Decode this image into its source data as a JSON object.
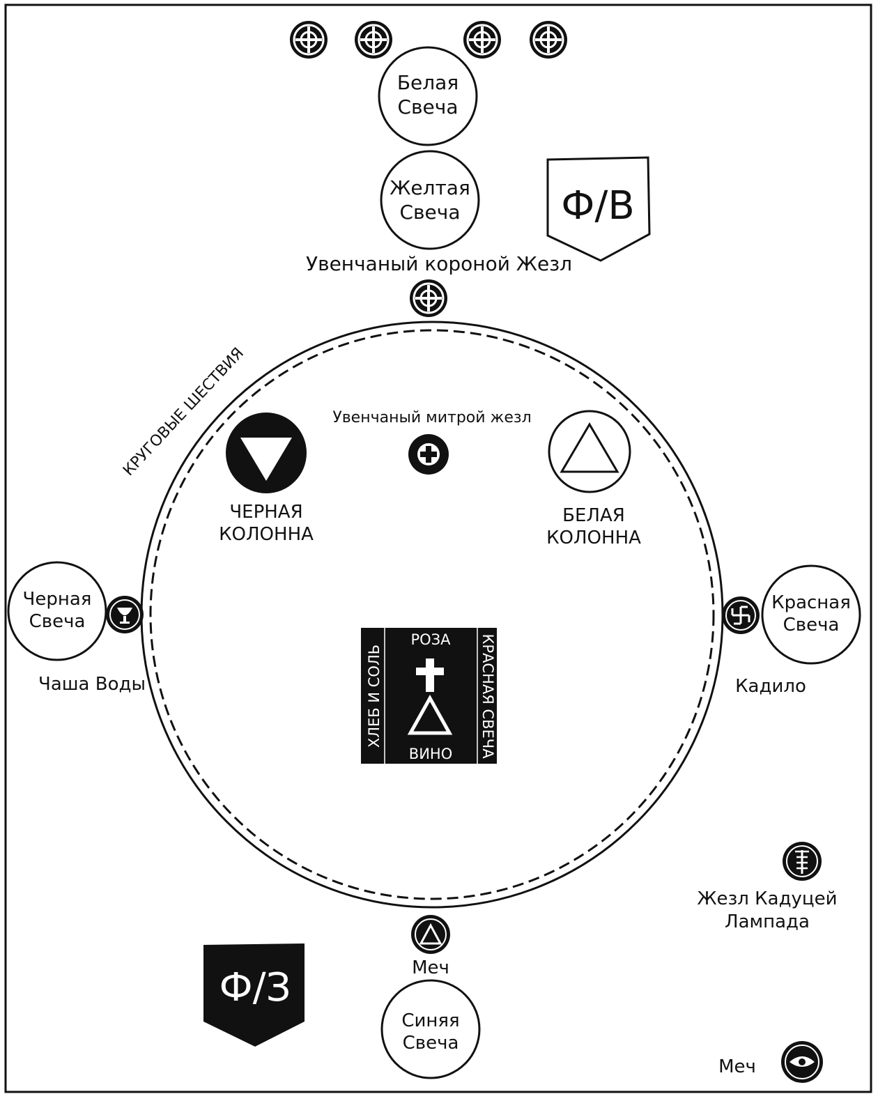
{
  "candles": {
    "white": [
      "Белая",
      "Свеча"
    ],
    "yellow": [
      "Желтая",
      "Свеча"
    ],
    "black": [
      "Черная",
      "Свеча"
    ],
    "red": [
      "Красная",
      "Свеча"
    ],
    "blue": [
      "Синяя",
      "Свеча"
    ]
  },
  "labels": {
    "crowned_wand": "Увенчаный короной Жезл",
    "mitre_wand": "Увенчаный митрой жезл",
    "procession": "КРУГОВЫЕ ШЕСТВИЯ",
    "cup": "Чаша Воды",
    "censer": "Кадило",
    "caduceus": "Жезл Кадуцей",
    "lamp": "Лампада",
    "sword_bottom": "Меч",
    "sword_corner": "Меч"
  },
  "columns": {
    "black": [
      "ЧЕРНАЯ",
      "КОЛОННА"
    ],
    "white": [
      "БЕЛАЯ",
      "КОЛОННА"
    ]
  },
  "altar": {
    "top": "РОЗА",
    "bottom": "ВИНО",
    "left": "ХЛЕБ И СОЛЬ",
    "right": "КРАСНАЯ СВЕЧА"
  },
  "banners": {
    "fv": "Ф/В",
    "fz": "Ф/З"
  },
  "colors": {
    "ink": "#111111",
    "paper": "#ffffff"
  },
  "icons": [
    "cross-circle-icon",
    "plus-circle-icon",
    "cup-icon",
    "swastika-icon",
    "triangle-icon",
    "caduceus-icon",
    "eye-icon"
  ]
}
